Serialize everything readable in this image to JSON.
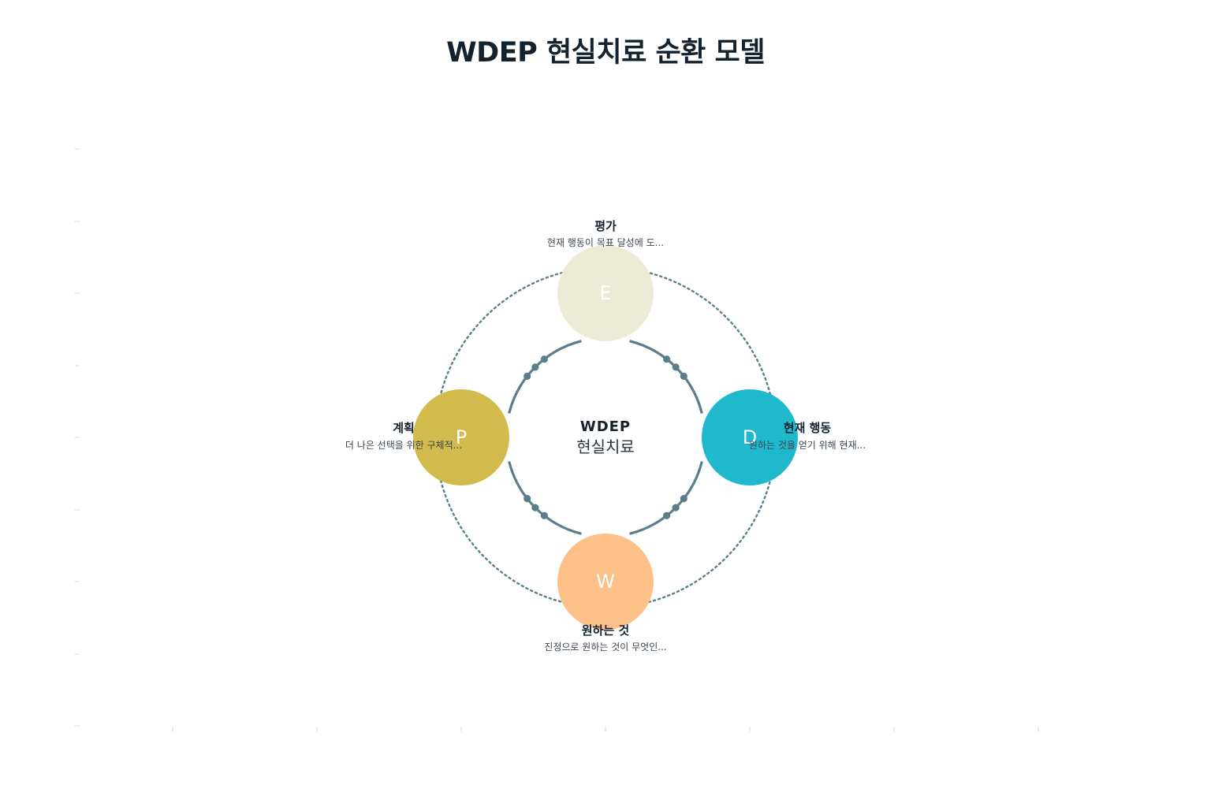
{
  "title": "WDEP 현실치료 순환 모델",
  "center": {
    "line1": "WDEP",
    "line2": "현실치료"
  },
  "colors": {
    "ring": "#5b7f8a",
    "dots": "#5b7f8a",
    "W": "#fdc088",
    "D": "#1fb8cd",
    "E": "#ecebd5",
    "P": "#d2ba4c"
  },
  "nodes": [
    {
      "key": "E",
      "letter": "E",
      "title": "평가",
      "desc": "현재 행동이 목표 달성에 도..."
    },
    {
      "key": "D",
      "letter": "D",
      "title": "현재 행동",
      "desc": "원하는 것을 얻기 위해 현재..."
    },
    {
      "key": "W",
      "letter": "W",
      "title": "원하는 것",
      "desc": "진정으로 원하는 것이 무엇인..."
    },
    {
      "key": "P",
      "letter": "P",
      "title": "계획",
      "desc": "더 나은 선택을 위한 구체적..."
    }
  ]
}
